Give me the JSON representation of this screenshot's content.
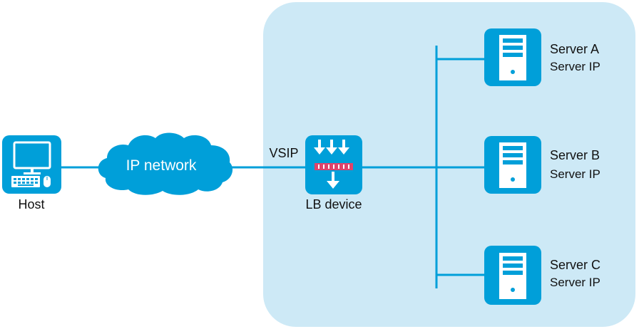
{
  "colors": {
    "panel": "#cde9f6",
    "accent": "#009fd9",
    "lb_bar": "#e0436b",
    "text": "#111111",
    "icon_fg": "#ffffff"
  },
  "nodes": {
    "host": {
      "label": "Host",
      "icon": "desktop-computer-icon"
    },
    "cloud": {
      "label": "IP network",
      "icon": "cloud-icon"
    },
    "lb": {
      "label": "LB device",
      "interface_label": "VSIP",
      "icon": "load-balancer-icon"
    },
    "servers": [
      {
        "name": "Server A",
        "ip_label": "Server IP",
        "icon": "server-icon"
      },
      {
        "name": "Server B",
        "ip_label": "Server IP",
        "icon": "server-icon"
      },
      {
        "name": "Server C",
        "ip_label": "Server IP",
        "icon": "server-icon"
      }
    ]
  },
  "links": [
    {
      "from": "host",
      "to": "cloud"
    },
    {
      "from": "cloud",
      "to": "lb"
    },
    {
      "from": "lb",
      "to": "server-bus"
    },
    {
      "from": "server-bus",
      "to": "Server A"
    },
    {
      "from": "server-bus",
      "to": "Server B"
    },
    {
      "from": "server-bus",
      "to": "Server C"
    }
  ]
}
